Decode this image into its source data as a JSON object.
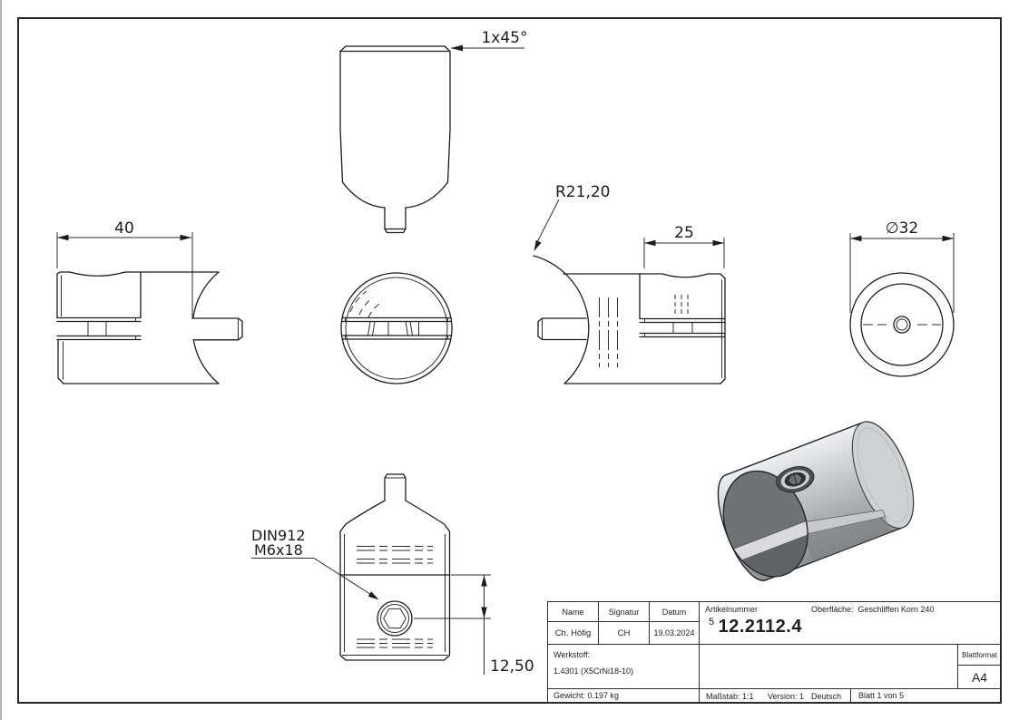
{
  "dimensions": {
    "chamfer": "1x45°",
    "radius": "R21,20",
    "depth": "40",
    "jaw_width": "25",
    "diameter": "∅32",
    "screw_norm": "DIN912",
    "screw_size": "M6x18",
    "screw_offset": "12,50"
  },
  "title_block": {
    "name_label": "Name",
    "signatur_label": "Signatur",
    "datum_label": "Datum",
    "name_value": "Ch. Höfig",
    "signatur_value": "CH",
    "datum_value": "19.03.2024",
    "artikelnummer_label": "Artikelnummer",
    "artikelnummer_prefix": "5",
    "artikelnummer_value": "12.2112.4",
    "oberflaeche_label": "Oberfläche:",
    "oberflaeche_value": "Geschliffen Korn 240",
    "werkstoff_label": "Werkstoff:",
    "werkstoff_value": "1.4301 (X5CrNi18-10)",
    "blattformat_label": "Blattformat",
    "blattformat_value": "A4",
    "gewicht": "Gewicht: 0.197 kg",
    "massstab": "Maßstab: 1:1",
    "version": "Version: 1",
    "sprache": "Deutsch",
    "blatt": "Blatt 1 von 5"
  }
}
